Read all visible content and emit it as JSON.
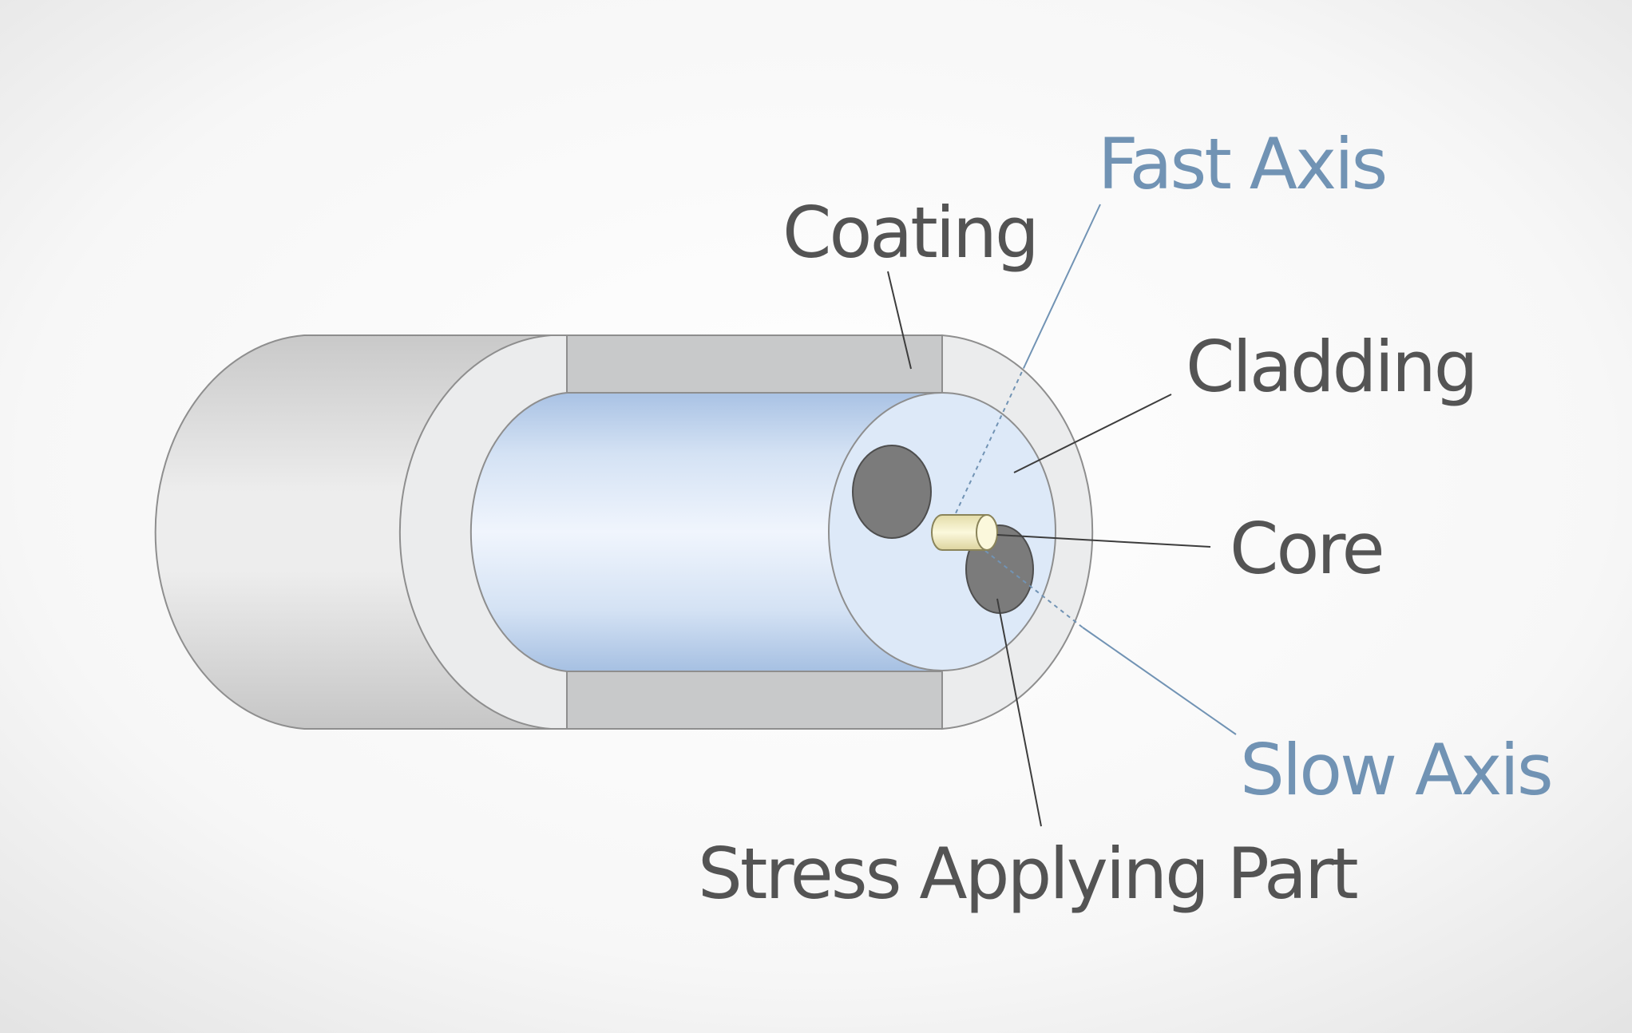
{
  "labels": {
    "coating": "Coating",
    "fast_axis": "Fast Axis",
    "cladding": "Cladding",
    "core": "Core",
    "slow_axis": "Slow Axis",
    "stress_applying_part": "Stress Applying Part"
  },
  "colors": {
    "background": "#f4f4f4",
    "coating_outer": "#dcdcdc",
    "coating_face": "#ebeced",
    "coating_cut": "#c8c9ca",
    "cladding_face": "#dde9f8",
    "cladding_body": "#c6d8ef",
    "stress_part": "#7b7b7b",
    "core": "#f8f3cc",
    "label_text": "#545454",
    "axis_label_text": "#7193b4",
    "leader_line": "#3d3d3d",
    "axis_line": "#7193b4"
  }
}
